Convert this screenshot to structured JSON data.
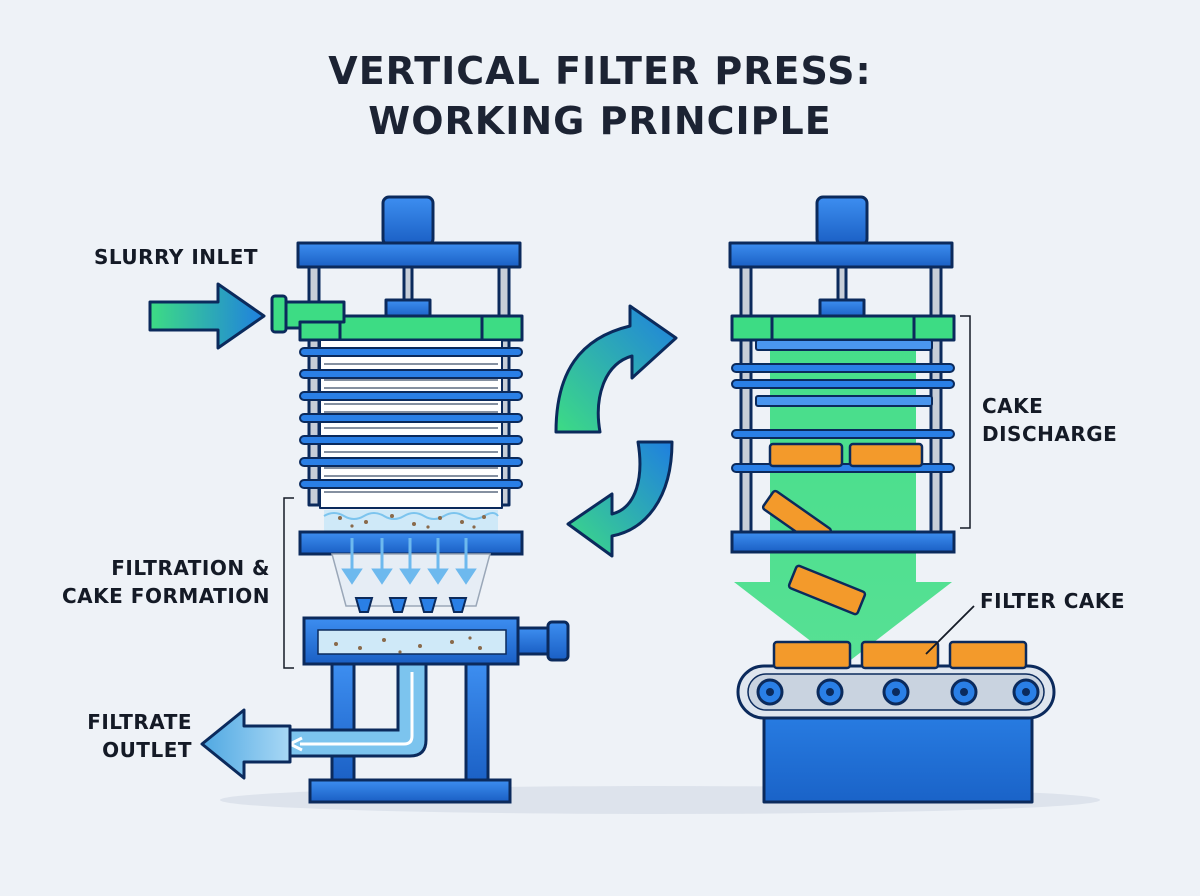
{
  "title": {
    "line1": "VERTICAL FILTER PRESS:",
    "line2": "WORKING PRINCIPLE"
  },
  "labels": {
    "slurry_inlet": "SLURRY INLET",
    "filtration_line1": "FILTRATION &",
    "filtration_line2": "CAKE FORMATION",
    "filtrate_line1": "FILTRATE",
    "filtrate_line2": "OUTLET",
    "cake_discharge_line1": "CAKE",
    "cake_discharge_line2": "DISCHARGE",
    "filter_cake": "FILTER CAKE"
  },
  "colors": {
    "background": "#eef2f7",
    "frame_blue": "#1f6fd6",
    "frame_dark": "#0b2a5c",
    "process_green": "#3ddc84",
    "filtrate_light_blue": "#7cc4ee",
    "cake_orange": "#f39a2b",
    "text": "#141a26"
  },
  "icons": [
    "cycle-arrows-icon",
    "inlet-arrow-icon",
    "filtrate-arrow-icon",
    "discharge-arrow-icon"
  ]
}
